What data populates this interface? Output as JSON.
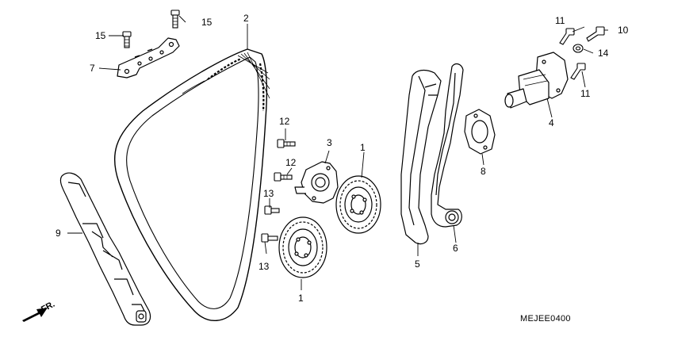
{
  "diagram": {
    "diagram_code": "MEJEE0400",
    "direction_label": "FR.",
    "callouts": [
      {
        "id": "c1a",
        "text": "1"
      },
      {
        "id": "c1b",
        "text": "1"
      },
      {
        "id": "c2",
        "text": "2"
      },
      {
        "id": "c3",
        "text": "3"
      },
      {
        "id": "c4",
        "text": "4"
      },
      {
        "id": "c5",
        "text": "5"
      },
      {
        "id": "c6",
        "text": "6"
      },
      {
        "id": "c7",
        "text": "7"
      },
      {
        "id": "c8",
        "text": "8"
      },
      {
        "id": "c9",
        "text": "9"
      },
      {
        "id": "c10",
        "text": "10"
      },
      {
        "id": "c11a",
        "text": "11"
      },
      {
        "id": "c11b",
        "text": "11"
      },
      {
        "id": "c12a",
        "text": "12"
      },
      {
        "id": "c12b",
        "text": "12"
      },
      {
        "id": "c13a",
        "text": "13"
      },
      {
        "id": "c13b",
        "text": "13"
      },
      {
        "id": "c14",
        "text": "14"
      },
      {
        "id": "c15a",
        "text": "15"
      },
      {
        "id": "c15b",
        "text": "15"
      }
    ]
  }
}
